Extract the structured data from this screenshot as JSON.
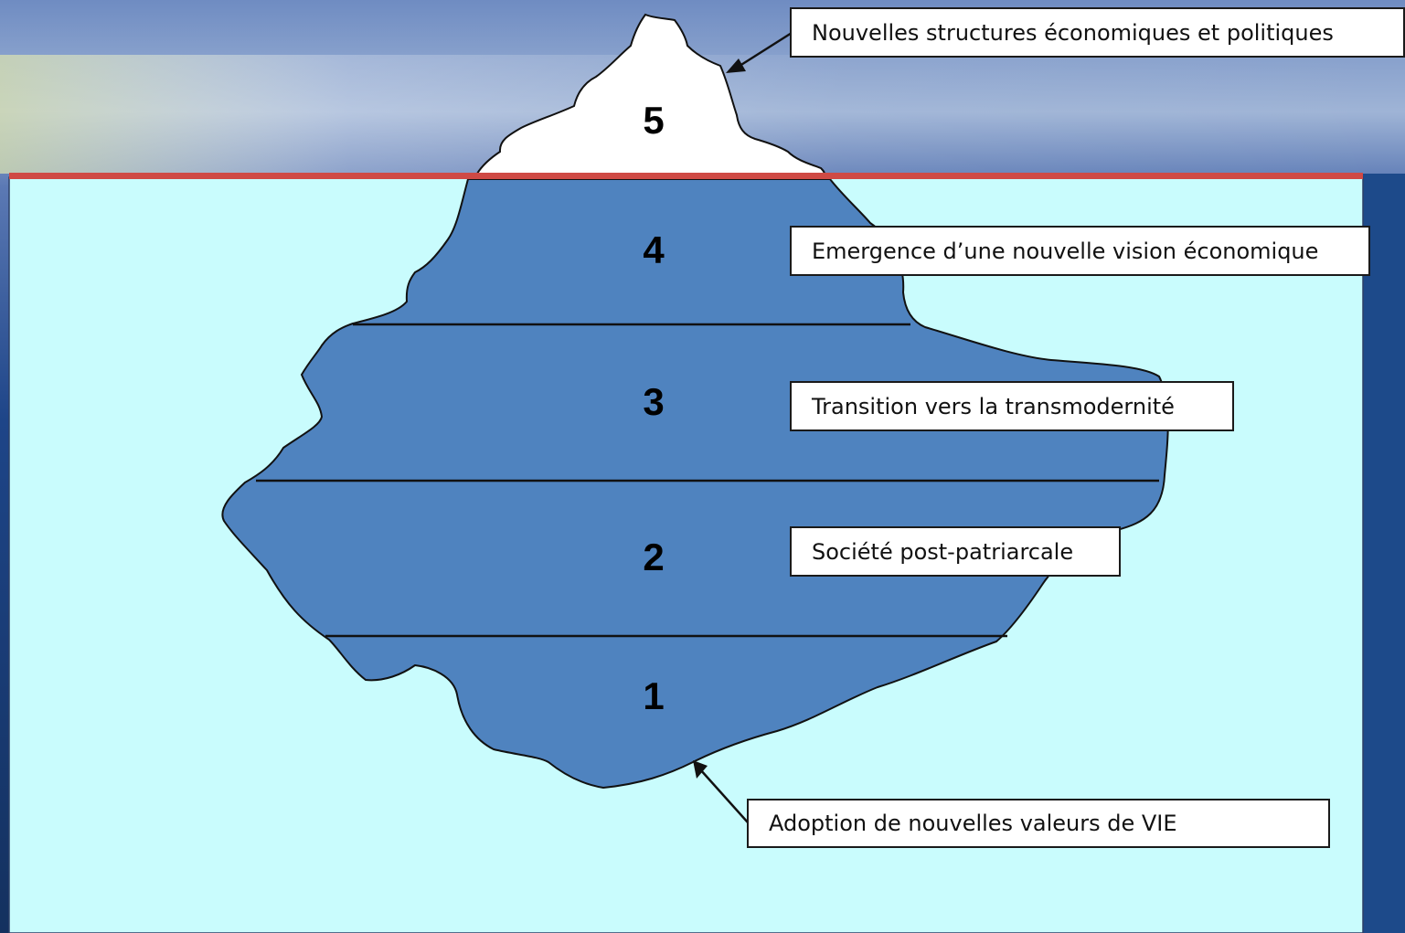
{
  "colors": {
    "water": "#c9fcfd",
    "waterline": "#cf4a45",
    "iceberg_submerged": "#4f83bf",
    "iceberg_tip": "#ffffff",
    "outline": "#111111"
  },
  "levels": [
    {
      "number": "5",
      "label": "Nouvelles structures  économiques et politiques"
    },
    {
      "number": "4",
      "label": "Emergence d’une nouvelle vision économique"
    },
    {
      "number": "3",
      "label": "Transition vers la transmodernité"
    },
    {
      "number": "2",
      "label": "Société post-patriarcale"
    },
    {
      "number": "1",
      "label": "Adoption de nouvelles valeurs de VIE"
    }
  ]
}
